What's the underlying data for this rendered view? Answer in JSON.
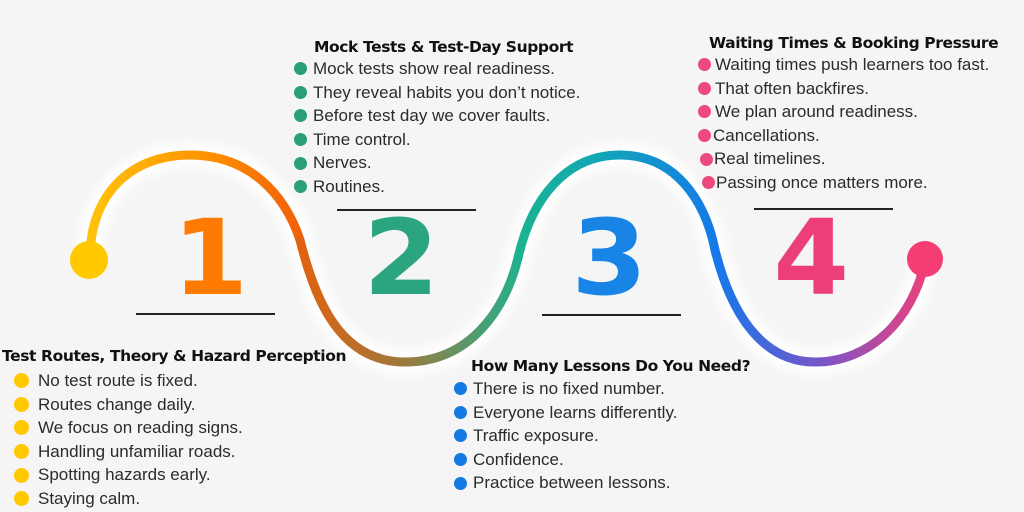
{
  "colors": {
    "step1": "#ff7a00",
    "step2": "#2aa57f",
    "step3": "#1784e6",
    "step4": "#ec3f78",
    "bullet1": "#ffc800",
    "bullet2": "#2a9f78",
    "bullet3": "#1479e0",
    "bullet4": "#ec4a7d"
  },
  "steps": [
    {
      "number": "1",
      "title": "Test Routes, Theory & Hazard Perception",
      "items": [
        "No test route is fixed.",
        "Routes change daily.",
        "We focus on reading signs.",
        "Handling unfamiliar roads.",
        "Spotting hazards early.",
        "Staying calm."
      ]
    },
    {
      "number": "2",
      "title": "Mock Tests & Test-Day Support",
      "items": [
        "Mock tests show real readiness.",
        "They reveal habits you don’t notice.",
        "Before test day we cover faults.",
        "Time control.",
        "Nerves.",
        "Routines."
      ]
    },
    {
      "number": "3",
      "title": "How Many Lessons Do You Need?",
      "items": [
        "There is no fixed number.",
        "Everyone learns differently.",
        "Traffic exposure.",
        "Confidence.",
        "Practice between lessons."
      ]
    },
    {
      "number": "4",
      "title": "Waiting Times & Booking Pressure",
      "items": [
        "Waiting times push learners too fast.",
        "That often backfires.",
        "We plan around readiness.",
        "Cancellations.",
        "Real timelines.",
        "Passing once matters more."
      ]
    }
  ]
}
